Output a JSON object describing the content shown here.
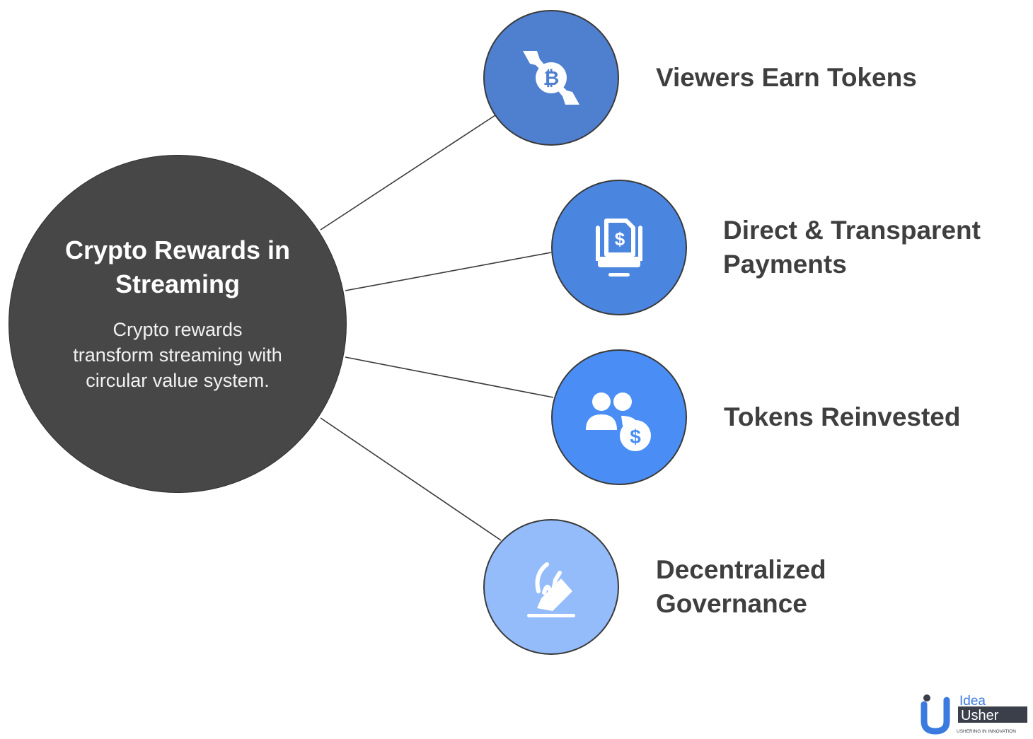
{
  "center": {
    "title": "Crypto Rewards in Streaming",
    "description": "Crypto rewards transform streaming with circular value system.",
    "color": "#474747"
  },
  "nodes": [
    {
      "label": "Viewers Earn Tokens",
      "icon": "bitcoin-exchange-hands-icon",
      "color": "#4f7fcf"
    },
    {
      "label": "Direct & Transparent Payments",
      "icon": "monitor-dollar-document-icon",
      "color": "#4a86e0"
    },
    {
      "label": "Tokens Reinvested",
      "icon": "users-dollar-icon",
      "color": "#4a8ef5"
    },
    {
      "label": "Decentralized Governance",
      "icon": "ballot-vote-icon",
      "color": "#94bcfb"
    }
  ],
  "logo": {
    "line1": "Idea",
    "line2": "Usher",
    "tagline": "USHERING IN INNOVATION"
  }
}
